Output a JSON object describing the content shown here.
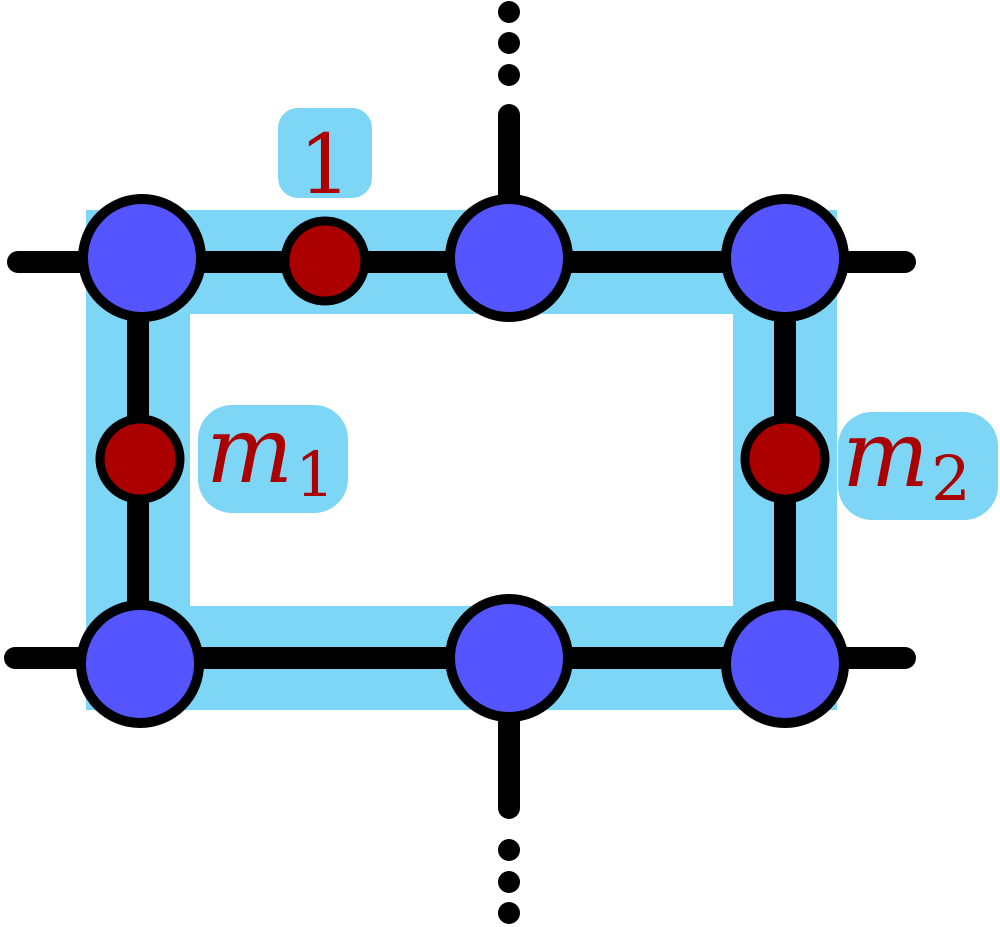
{
  "labels": {
    "top": "1",
    "left_base": "m",
    "left_sub": "1",
    "right_base": "m",
    "right_sub": "2"
  },
  "colors": {
    "highlight": "#7dd6f6",
    "node_blue": "#5555ff",
    "node_red": "#aa0000",
    "line": "#000000",
    "label_text": "#aa0000"
  }
}
